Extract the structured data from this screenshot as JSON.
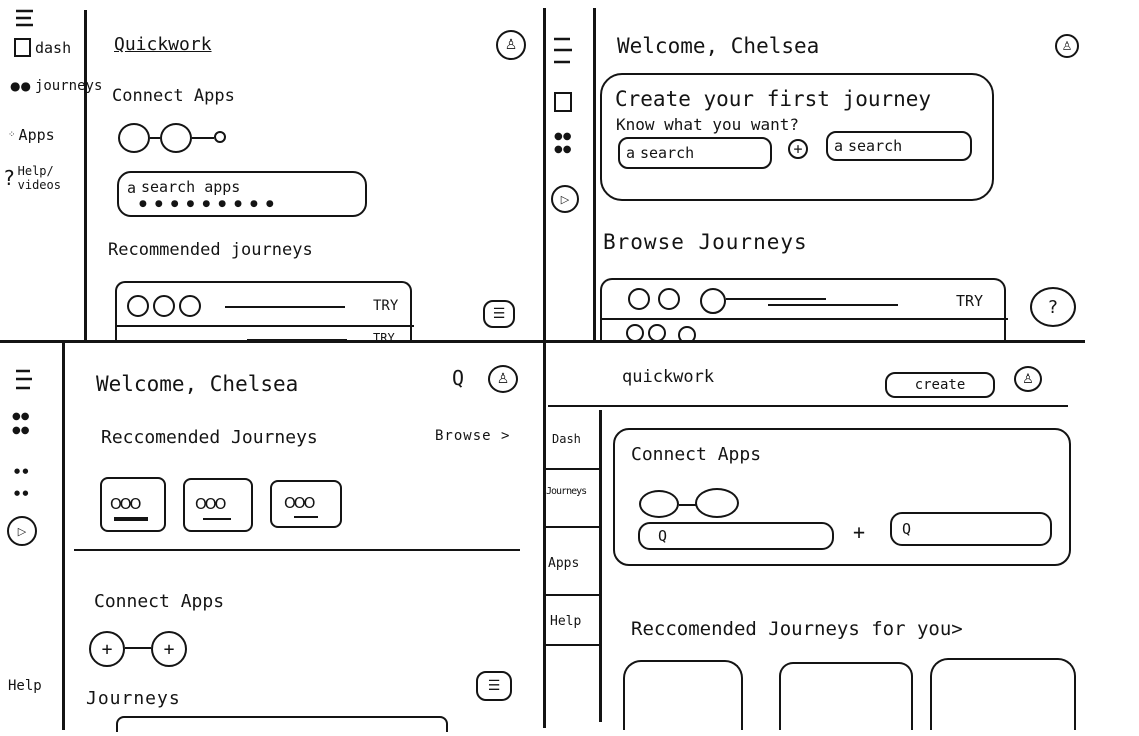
{
  "q1": {
    "brand": "Quickwork",
    "nav": [
      "dash",
      "journeys",
      "Apps",
      "Help/ videos"
    ],
    "connect_heading": "Connect Apps",
    "search_label": "search apps",
    "recommended_heading": "Recommended journeys",
    "row1_action": "TRY",
    "row2_action": "TRY"
  },
  "q2": {
    "welcome": "Welcome, Chelsea",
    "create_heading": "Create your first journey",
    "create_subheading": "Know what you want?",
    "search1": "search",
    "search2": "search",
    "plus": "+",
    "browse_heading": "Browse Journeys",
    "row1_action": "TRY"
  },
  "q3": {
    "welcome": "Welcome, Chelsea",
    "recommended_heading": "Reccomended Journeys",
    "browse_link": "Browse >",
    "connect_heading": "Connect Apps",
    "plus1": "+",
    "plus2": "+",
    "journeys_heading": "Journeys",
    "help_label": "Help"
  },
  "q4": {
    "brand": "quickwork",
    "create_button": "create",
    "tabs": [
      "Dash",
      "Journeys",
      "Apps",
      "Help"
    ],
    "connect_heading": "Connect Apps",
    "plus": "+",
    "recommended_heading": "Reccomended Journeys for you>"
  },
  "icons": {
    "menu": "hamburger-icon",
    "avatar": "user-avatar-icon",
    "search": "magnifier-icon",
    "video": "play-icon",
    "help": "question-icon",
    "chat": "chat-icon"
  },
  "colors": {
    "ink": "#141414",
    "paper": "#ffffff"
  }
}
